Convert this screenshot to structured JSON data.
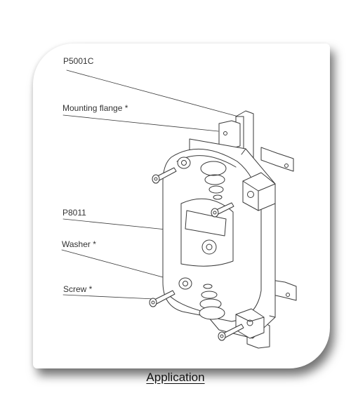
{
  "callouts": {
    "p5001c": "P5001C",
    "mounting_flange": "Mounting flange *",
    "p8011": "P8011",
    "washer": "Washer *",
    "screw": "Screw *"
  },
  "caption": "Application",
  "colors": {
    "line": "#3a3a3a",
    "shadow": "#000000",
    "background": "#ffffff"
  }
}
